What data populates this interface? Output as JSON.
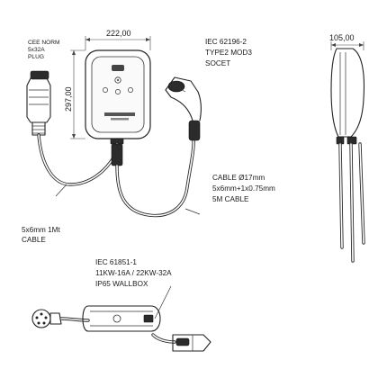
{
  "dimensions": {
    "width": "222,00",
    "height": "297,00",
    "depth": "105,00"
  },
  "plug_label": [
    "CEE NORM",
    "5x32A",
    "PLUG"
  ],
  "socket_label": [
    "IEC 62196-2",
    "TYPE2 MOD3",
    "SOCET"
  ],
  "cable_short_label": [
    "5x6mm 1Mt",
    "CABLE"
  ],
  "cable_long_label": [
    "CABLE Ø17mm",
    "5x6mm+1x0.75mm",
    "5M CABLE"
  ],
  "standard_label": [
    "IEC 61851-1",
    "11KW-16A / 22KW-32A",
    "IP65 WALLBOX"
  ]
}
